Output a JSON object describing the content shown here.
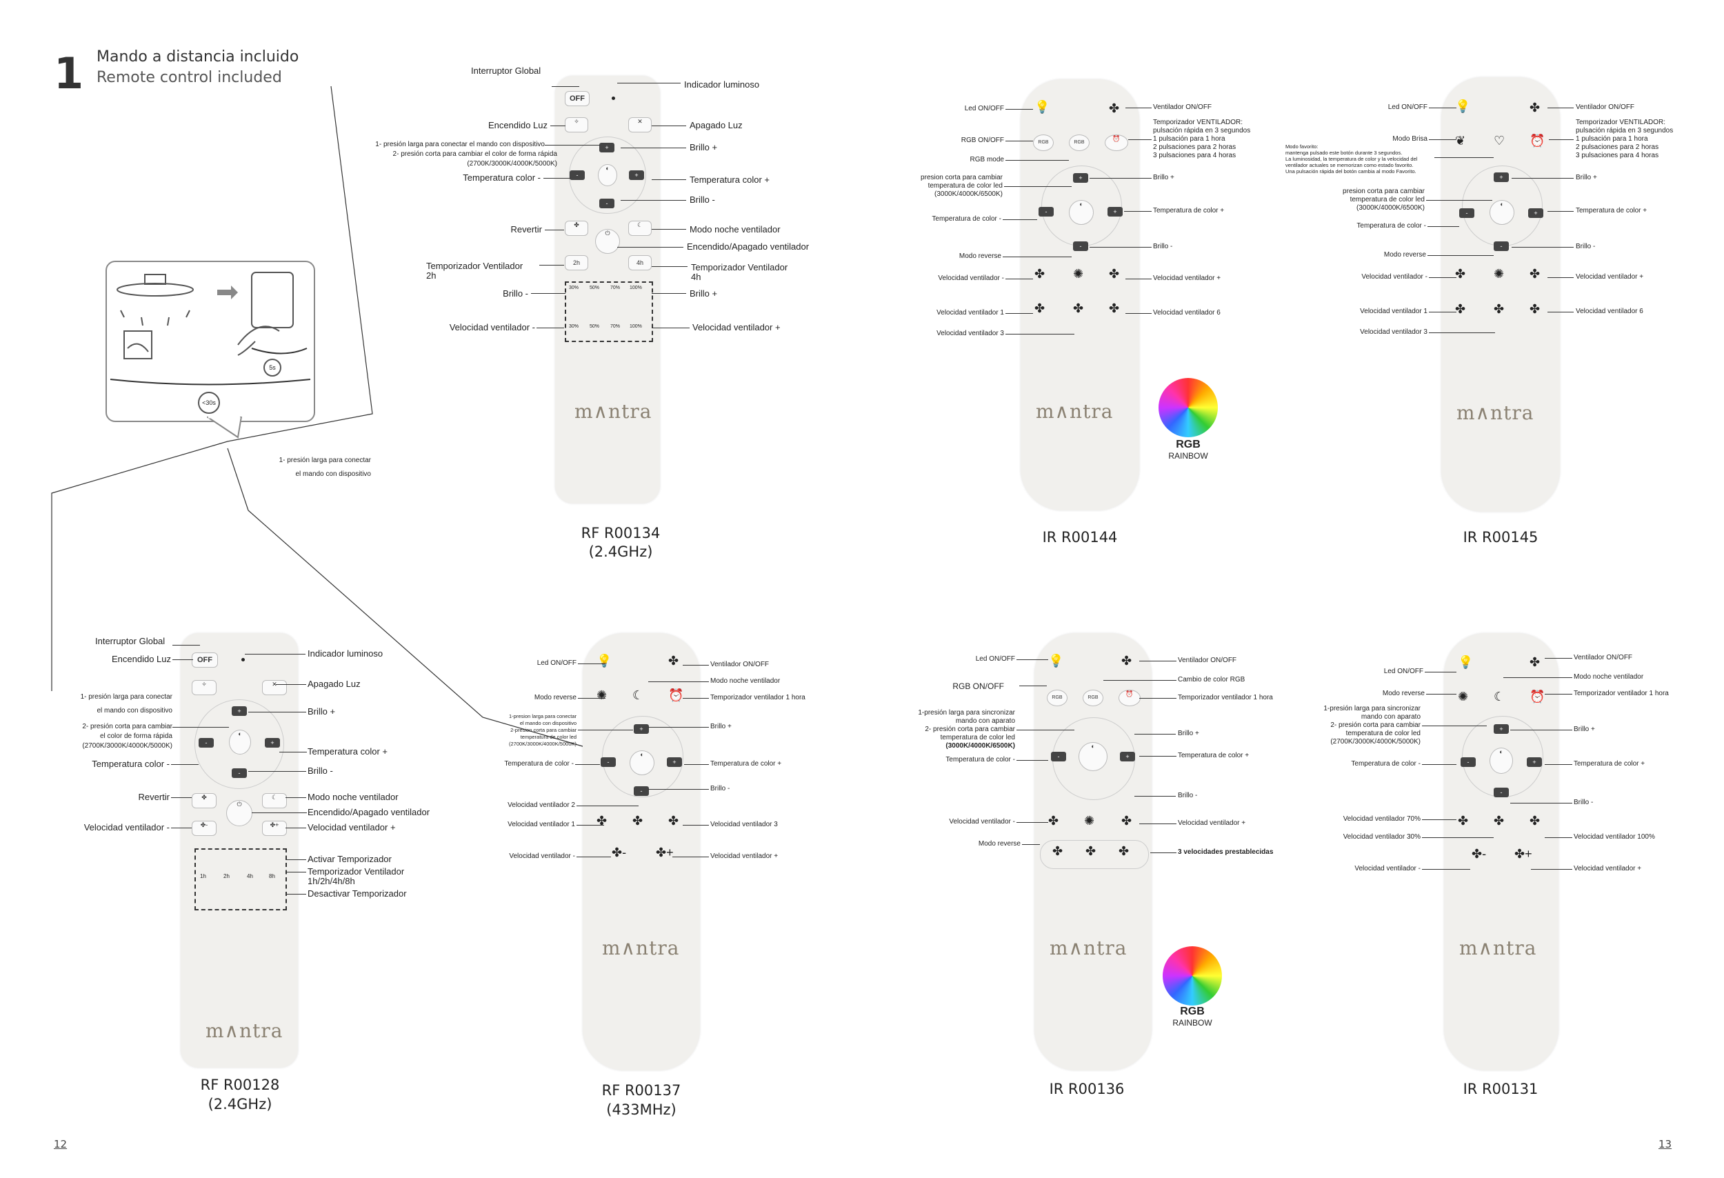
{
  "header": {
    "number": "1",
    "title_es": "Mando a distancia incluido",
    "title_en": "Remote control included"
  },
  "pages": {
    "left": "12",
    "right": "13"
  },
  "brand": "m∧ntra",
  "rgb": {
    "title": "RGB",
    "subtitle": "RAINBOW"
  },
  "illustration": {
    "timer_5s": "5s",
    "timer_30s": "<30s",
    "callout_1": "1- presión larga para conectar",
    "callout_2": "el mando con dispositivo"
  },
  "r134": {
    "caption_1": "RF R00134",
    "caption_2": "(2.4GHz)",
    "labels": {
      "global": "Interruptor Global",
      "indicator": "Indicador luminoso",
      "on": "Encendido Luz",
      "off": "Apagado Luz",
      "long1": "1- presión larga para conectar el mando con dispositivo",
      "short2": "2- presión corta para cambiar el color de forma rápida",
      "kelvin": "(2700K/3000K/4000K/5000K)",
      "bright_up": "Brillo +",
      "temp_down": "Temperatura color -",
      "temp_up": "Temperatura color +",
      "bright_down": "Brillo -",
      "reverse": "Revertir",
      "night": "Modo noche ventilador",
      "fan_onoff": "Encendido/Apagado ventilador",
      "timer2h_1": "Temporizador Ventilador",
      "timer2h_2": "2h",
      "timer4h_1": "Temporizador Ventilador",
      "timer4h_2": "4h",
      "bright_minus": "Brillo -",
      "bright_plus": "Brillo +",
      "speed_down": "Velocidad ventilador -",
      "speed_up": "Velocidad ventilador +"
    },
    "buttons": {
      "off": "OFF",
      "t2h": "2h",
      "t4h": "4h",
      "p30": "30%",
      "p50": "50%",
      "p70": "70%",
      "p100": "100%"
    }
  },
  "r144": {
    "caption": "IR R00144",
    "labels": {
      "led": "Led ON/OFF",
      "fan": "Ventilador ON/OFF",
      "rgb_onoff": "RGB ON/OFF",
      "rgb_mode": "RGB mode",
      "timer_t": "Temporizador VENTILADOR:",
      "timer_1": "pulsación rápida en 3 segundos",
      "timer_2": "1 pulsación para 1 hora",
      "timer_3": "2 pulsaciones para 2 horas",
      "timer_4": "3 pulsaciones para 4 horas",
      "press_1": "presion corta para cambiar",
      "press_2": "temperatura de color led",
      "press_3": "(3000K/4000K/6500K)",
      "bright_up": "Brillo +",
      "temp_down": "Temperatura de color -",
      "temp_up": "Temperatura de color +",
      "bright_down": "Brillo -",
      "reverse": "Modo reverse",
      "speed_down": "Velocidad ventilador -",
      "speed_up": "Velocidad ventilador +",
      "speed1": "Velocidad ventilador 1",
      "speed6": "Velocidad ventilador 6",
      "speed3": "Velocidad ventilador 3"
    }
  },
  "r145": {
    "caption": "IR R00145",
    "labels": {
      "led": "Led ON/OFF",
      "fan": "Ventilador ON/OFF",
      "brisa": "Modo Brisa",
      "fav_t": "Modo favorito:",
      "fav_1": "mantenga pulsado este botón durante 3 segundos.",
      "fav_2": "La luminosidad, la temperatura de color y la velocidad del",
      "fav_3": "ventilador actuales se memorizan como estado favorito.",
      "fav_4": "Una pulsación rápida del botón cambia al modo Favorito.",
      "timer_t": "Temporizador VENTILADOR:",
      "timer_1": "pulsación rápida en 3 segundos",
      "timer_2": "1 pulsación para 1 hora",
      "timer_3": "2 pulsaciones para 2 horas",
      "timer_4": "3 pulsaciones para 4 horas",
      "press_1": "presion corta para cambiar",
      "press_2": "temperatura de color led",
      "press_3": "(3000K/4000K/6500K)",
      "bright_up": "Brillo +",
      "temp_down": "Temperatura de color -",
      "temp_up": "Temperatura de color +",
      "bright_down": "Brillo -",
      "reverse": "Modo reverse",
      "speed_down": "Velocidad ventilador -",
      "speed_up": "Velocidad ventilador +",
      "speed1": "Velocidad ventilador 1",
      "speed6": "Velocidad ventilador 6",
      "speed3": "Velocidad ventilador 3"
    }
  },
  "r128": {
    "caption_1": "RF R00128",
    "caption_2": "(2.4GHz)",
    "labels": {
      "global": "Interruptor Global",
      "indicator": "Indicador luminoso",
      "on": "Encendido Luz",
      "off": "Apagado Luz",
      "long1": "1- presión larga para conectar",
      "long2": "el mando con dispositivo",
      "short1": "2- presión corta para  cambiar",
      "short2": "el color de forma rápida",
      "kelvin": "(2700K/3000K/4000K/5000K)",
      "bright_up": "Brillo +",
      "temp_down": "Temperatura color -",
      "temp_up": "Temperatura color +",
      "bright_down": "Brillo -",
      "reverse": "Revertir",
      "night": "Modo noche ventilador",
      "fan_onoff": "Encendido/Apagado ventilador",
      "speed_down": "Velocidad ventilador -",
      "speed_up": "Velocidad ventilador +",
      "timer_on": "Activar Temporizador",
      "timer_1": "Temporizador Ventilador",
      "timer_2": "1h/2h/4h/8h",
      "timer_off": "Desactivar Temporizador"
    },
    "buttons": {
      "off": "OFF",
      "t1": "1h",
      "t2": "2h",
      "t4": "4h",
      "t8": "8h"
    }
  },
  "r137": {
    "caption_1": "RF R00137",
    "caption_2": "(433MHz)",
    "labels": {
      "led": "Led ON/OFF",
      "fan": "Ventilador ON/OFF",
      "night": "Modo noche ventilador",
      "reverse": "Modo reverse",
      "timer": "Temporizador ventilador 1 hora",
      "p1": "1-presion larga para conectar",
      "p2": "el mando con dispositivo",
      "p3": "2-presion corta para cambiar",
      "p4": "temperatura de color led",
      "p5": "(2700K/3000K/4000K/5000K)",
      "bright_up": "Brillo +",
      "temp_down": "Temperatura de color -",
      "temp_up": "Temperatura de color +",
      "bright_down": "Brillo -",
      "speed2": "Velocidad ventilador 2",
      "speed1": "Velocidad ventilador 1",
      "speed3": "Velocidad ventilador 3",
      "speed_down": "Velocidad ventilador -",
      "speed_up": "Velocidad ventilador +"
    }
  },
  "r136": {
    "caption": "IR R00136",
    "labels": {
      "led": "Led ON/OFF",
      "fan": "Ventilador ON/OFF",
      "rgb_onoff": "RGB ON/OFF",
      "rgb_change": "Cambio de color RGB",
      "timer": "Temporizador ventilador 1 hora",
      "p1": "1-presión larga para sincronizar",
      "p2": "mando con aparato",
      "p3": "2- presión corta para cambiar",
      "p4": "temperatura de color led",
      "p5": "(3000K/4000K/6500K)",
      "bright_up": "Brillo +",
      "temp_down": "Temperatura de color -",
      "temp_up": "Temperatura de color +",
      "bright_down": "Brillo -",
      "speed_down": "Velocidad ventilador -",
      "speed_up": "Velocidad ventilador +",
      "reverse": "Modo reverse",
      "presets": "3 velocidades prestablecidas"
    }
  },
  "r131": {
    "caption": "IR R00131",
    "labels": {
      "fan": "Ventilador ON/OFF",
      "led": "Led ON/OFF",
      "night": "Modo noche ventilador",
      "reverse": "Modo reverse",
      "timer": "Temporizador ventilador 1 hora",
      "p1": "1-presión larga para sincronizar",
      "p2": "mando con aparato",
      "p3": "2- presión corta para cambiar",
      "p4": "temperatura de color led",
      "p5": "(2700K/3000K/4000K/5000K)",
      "bright_up": "Brillo +",
      "temp_down": "Temperatura de color -",
      "temp_up": "Temperatura de color +",
      "bright_down": "Brillo -",
      "speed70": "Velocidad ventilador 70%",
      "speed30": "Velocidad ventilador 30%",
      "speed100": "Velocidad ventilador 100%",
      "speed_down": "Velocidad ventilador -",
      "speed_up": "Velocidad ventilador +"
    }
  }
}
